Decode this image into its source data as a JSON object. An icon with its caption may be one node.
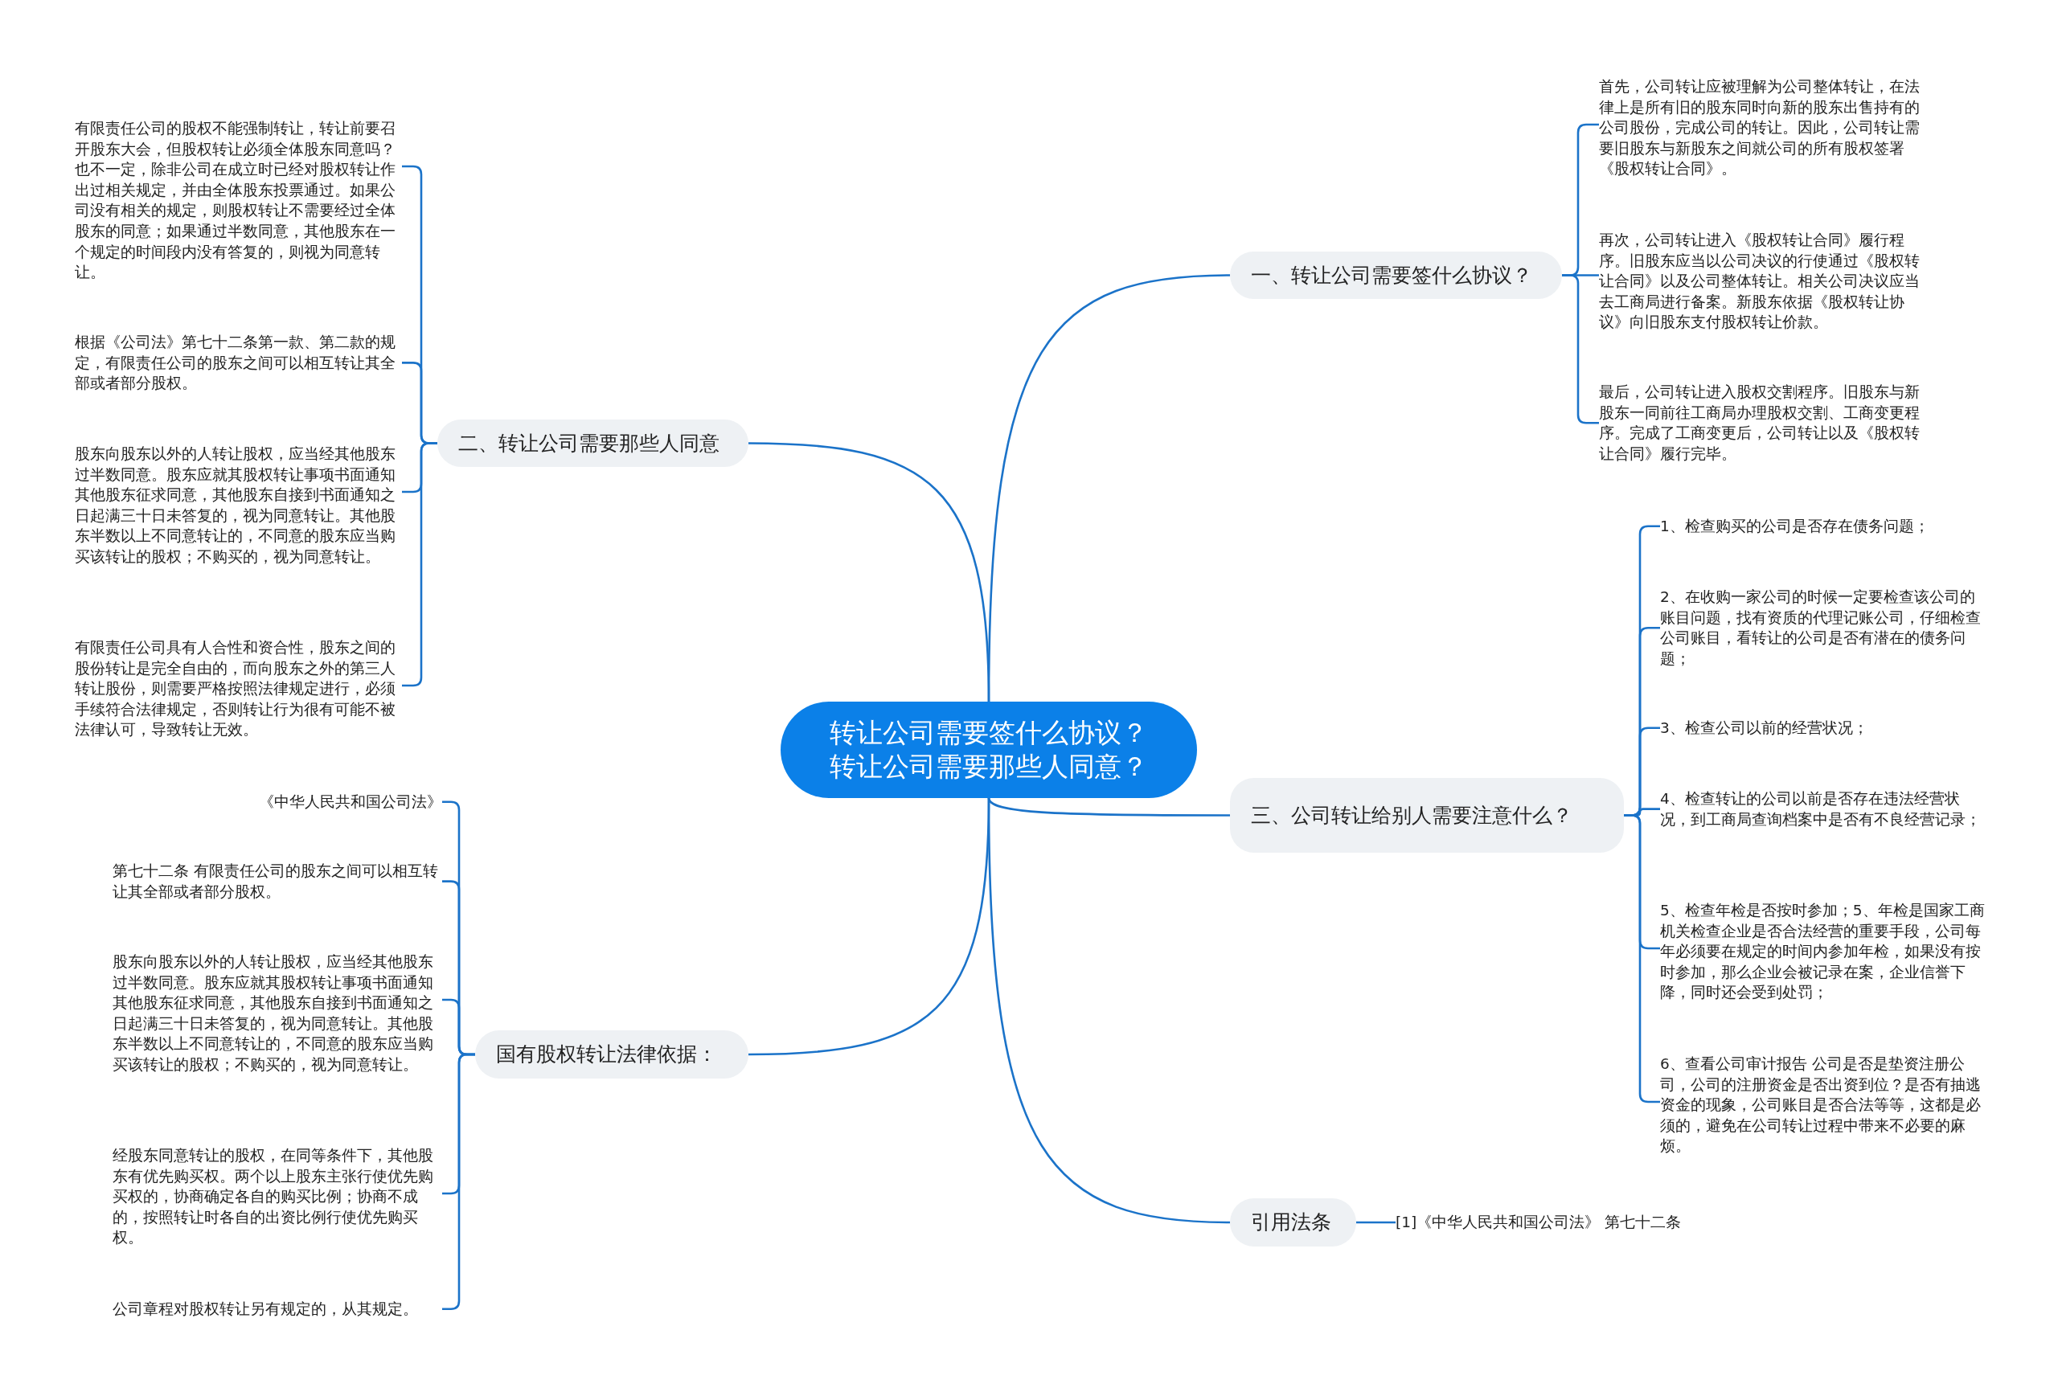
{
  "diagram": {
    "nodes": [
      {
        "text": [
          "转让公司需要签什么协议？转让公司需要那些人同意？"
        ]
      },
      {
        "text": [
          "一、转让公司需要签什么协议？"
        ]
      },
      {
        "text": [
          "首先，公司转让应被理解为公司整体转让，在法律上是所有旧的股东同时向新的股东出售持有的公司股份，完成公司的转让。因此，公司转让需要旧股东与新股东之间就公司的所有股权签署《股权转让合同》。"
        ]
      },
      {
        "text": [
          "再次，公司转让进入《股权转让合同》履行程序。旧股东应当以公司决议的行使通过《股权转让合同》以及公司整体转让。相关公司决议应当去工商局进行备案。新股东依据《股权转让协议》向旧股东支付股权转让价款。"
        ]
      },
      {
        "text": [
          "最后，公司转让进入股权交割程序。旧股东与新股东一同前往工商局办理股权交割、工商变更程序。完成了工商变更后，公司转让以及《股权转让合同》履行完毕。"
        ]
      },
      {
        "text": [
          "二、转让公司需要那些人同意"
        ]
      },
      {
        "text": [
          "有限责任公司的股权不能强制转让，转让前要召开股东大会，但股权转让必须全体股东同意吗？也不一定，除非公司在成立时已经对股权转让作出过相关规定，并由全体股东投票通过。如果公司没有相关的规定，则股权转让不需要经过全体股东的同意；如果通过半数同意，其他股东在一个规定的时间段内没有答复的，则视为同意转让。"
        ]
      },
      {
        "text": [
          "根据《公司法》第七十二条第一款、第二款的规定，有限责任公司的股东之间可以相互转让其全部或者部分股权。"
        ]
      },
      {
        "text": [
          "股东向股东以外的人转让股权，应当经其他股东过半数同意。股东应就其股权转让事项书面通知其他股东征求同意，其他股东自接到书面通知之日起满三十日未答复的，视为同意转让。其他股东半数以上不同意转让的，不同意的股东应当购买该转让的股权；不购买的，视为同意转让。"
        ]
      },
      {
        "text": [
          "有限责任公司具有人合性和资合性，股东之间的股份转让是完全自由的，而向股东之外的第三人转让股份，则需要严格按照法律规定进行，必须手续符合法律规定，否则转让行为很有可能不被法律认可，导致转让无效。"
        ]
      },
      {
        "text": [
          "三、公司转让给别人需要注意什么？"
        ]
      },
      {
        "text": [
          "1、检查购买的公司是否存在债务问题；"
        ]
      },
      {
        "text": [
          "2、在收购一家公司的时候一定要检查该公司的账目问题，找有资质的代理记账公司，仔细检查公司账目，看转让的公司是否有潜在的债务问题；"
        ]
      },
      {
        "text": [
          "3、检查公司以前的经营状况；"
        ]
      },
      {
        "text": [
          "4、检查转让的公司以前是否存在违法经营状况，到工商局查询档案中是否有不良经营记录；"
        ]
      },
      {
        "text": [
          "5、检查年检是否按时参加；5、年检是国家工商机关检查企业是否合法经营的重要手段，公司每年必须要在规定的时间内参加年检，如果没有按时参加，那么企业会被记录在案，企业信誉下降，同时还会受到处罚；"
        ]
      },
      {
        "text": [
          "6、查看公司审计报告 公司是否是垫资注册公司，公司的注册资金是否出资到位？是否有抽逃资金的现象，公司账目是否合法等等，这都是必须的，避免在公司转让过程中带来不必要的麻烦。"
        ]
      },
      {
        "text": [
          "国有股权转让法律依据："
        ]
      },
      {
        "text": [
          "《中华人民共和国公司法》"
        ]
      },
      {
        "text": [
          "第七十二条 有限责任公司的股东之间可以相互转让其全部或者部分股权。"
        ]
      },
      {
        "text": [
          "股东向股东以外的人转让股权，应当经其他股东过半数同意。股东应就其股权转让事项书面通知其他股东征求同意，其他股东自接到书面通知之日起满三十日未答复的，视为同意转让。其他股东半数以上不同意转让的，不同意的股东应当购买该转让的股权；不购买的，视为同意转让。"
        ]
      },
      {
        "text": [
          "经股东同意转让的股权，在同等条件下，其他股东有优先购买权。两个以上股东主张行使优先购买权的，协商确定各自的购买比例；协商不成的，按照转让时各自的出资比例行使优先购买权。"
        ]
      },
      {
        "text": [
          "公司章程对股权转让另有规定的，从其规定。"
        ]
      },
      {
        "text": [
          "引用法条"
        ]
      },
      {
        "text": [
          "[1]《中华人民共和国公司法》 第七十二条"
        ]
      }
    ],
    "edges": [
      {
        "from": 0,
        "to": 1,
        "arrow": "none"
      },
      {
        "from": 1,
        "to": 2,
        "arrow": "none"
      },
      {
        "from": 1,
        "to": 3,
        "arrow": "none"
      },
      {
        "from": 1,
        "to": 4,
        "arrow": "none"
      },
      {
        "from": 0,
        "to": 5,
        "arrow": "none"
      },
      {
        "from": 5,
        "to": 6,
        "arrow": "none"
      },
      {
        "from": 5,
        "to": 7,
        "arrow": "none"
      },
      {
        "from": 5,
        "to": 8,
        "arrow": "none"
      },
      {
        "from": 5,
        "to": 9,
        "arrow": "none"
      },
      {
        "from": 0,
        "to": 10,
        "arrow": "none"
      },
      {
        "from": 10,
        "to": 11,
        "arrow": "none"
      },
      {
        "from": 10,
        "to": 12,
        "arrow": "none"
      },
      {
        "from": 10,
        "to": 13,
        "arrow": "none"
      },
      {
        "from": 10,
        "to": 14,
        "arrow": "none"
      },
      {
        "from": 10,
        "to": 15,
        "arrow": "none"
      },
      {
        "from": 10,
        "to": 16,
        "arrow": "none"
      },
      {
        "from": 0,
        "to": 17,
        "arrow": "none"
      },
      {
        "from": 17,
        "to": 18,
        "arrow": "none"
      },
      {
        "from": 17,
        "to": 19,
        "arrow": "none"
      },
      {
        "from": 17,
        "to": 20,
        "arrow": "none"
      },
      {
        "from": 17,
        "to": 21,
        "arrow": "none"
      },
      {
        "from": 17,
        "to": 22,
        "arrow": "none"
      },
      {
        "from": 0,
        "to": 23,
        "arrow": "none"
      },
      {
        "from": 23,
        "to": 24,
        "arrow": "none"
      }
    ]
  }
}
